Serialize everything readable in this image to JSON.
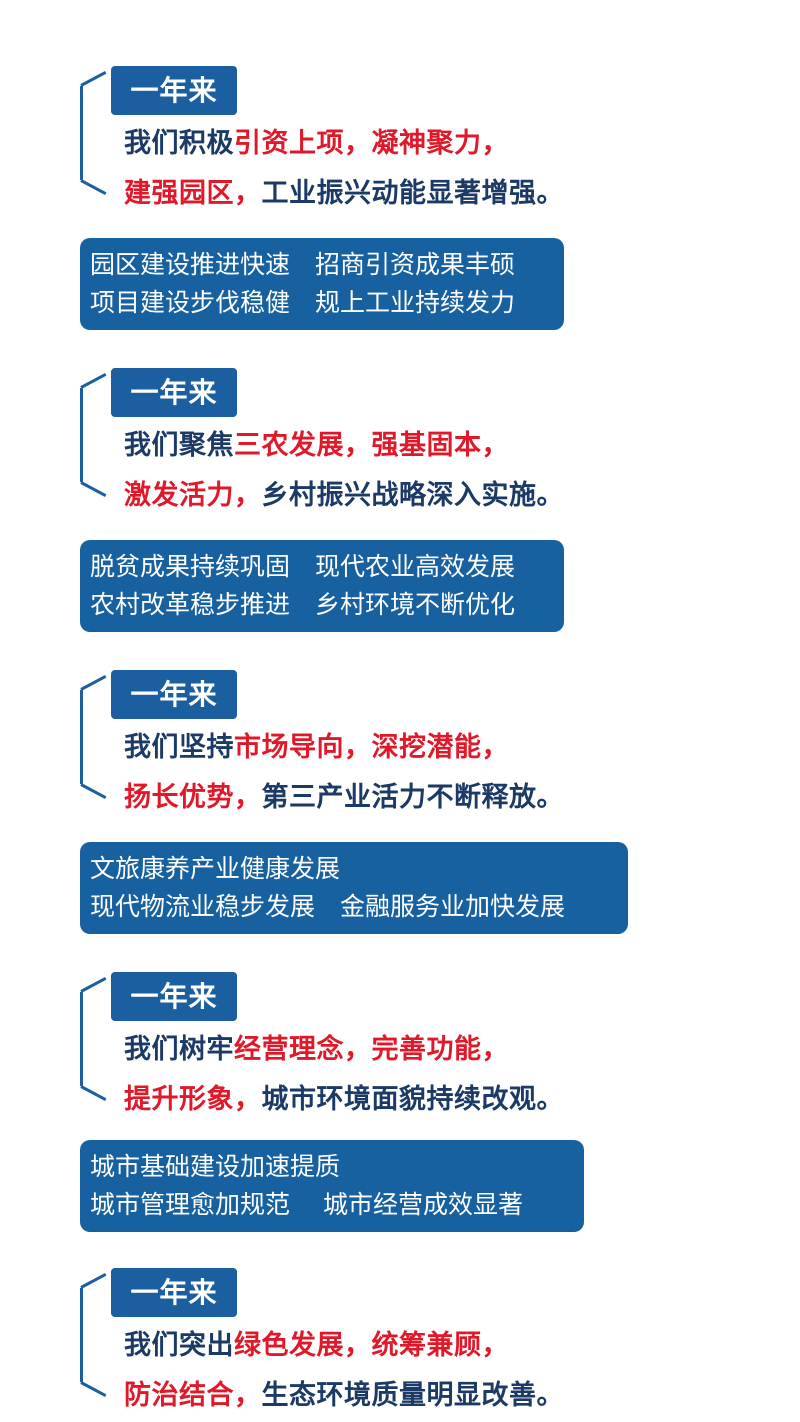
{
  "sections": [
    {
      "heading": "一年来",
      "line1": [
        {
          "t": "我们积极",
          "c": "blue"
        },
        {
          "t": "引资上项，",
          "c": "red"
        },
        {
          "t": "凝神聚力，",
          "c": "red"
        }
      ],
      "line2": [
        {
          "t": "建强园区，",
          "c": "red"
        },
        {
          "t": "工业振兴动能显著增强。",
          "c": "blue"
        }
      ],
      "box": [
        "园区建设推进快速　招商引资成果丰硕",
        "项目建设步伐稳健　规上工业持续发力"
      ]
    },
    {
      "heading": "一年来",
      "line1": [
        {
          "t": "我们聚焦",
          "c": "blue"
        },
        {
          "t": "三农发展，",
          "c": "red"
        },
        {
          "t": "强基固本，",
          "c": "red"
        }
      ],
      "line2": [
        {
          "t": "激发活力，",
          "c": "red"
        },
        {
          "t": "乡村振兴战略深入实施。",
          "c": "blue"
        }
      ],
      "box": [
        "脱贫成果持续巩固　现代农业高效发展",
        "农村改革稳步推进　乡村环境不断优化"
      ]
    },
    {
      "heading": "一年来",
      "line1": [
        {
          "t": "我们坚持",
          "c": "blue"
        },
        {
          "t": "市场导向，",
          "c": "red"
        },
        {
          "t": "深挖潜能，",
          "c": "red"
        }
      ],
      "line2": [
        {
          "t": "扬长优势，",
          "c": "red"
        },
        {
          "t": "第三产业活力不断释放。",
          "c": "blue"
        }
      ],
      "box": [
        "文旅康养产业健康发展",
        "现代物流业稳步发展　金融服务业加快发展"
      ]
    },
    {
      "heading": "一年来",
      "line1": [
        {
          "t": "我们树牢",
          "c": "blue"
        },
        {
          "t": "经营理念，",
          "c": "red"
        },
        {
          "t": "完善功能，",
          "c": "red"
        }
      ],
      "line2": [
        {
          "t": "提升形象，",
          "c": "red"
        },
        {
          "t": "城市环境面貌持续改观。",
          "c": "blue"
        }
      ],
      "box": [
        "城市基础建设加速提质",
        "城市管理愈加规范　 城市经营成效显著"
      ]
    },
    {
      "heading": "一年来",
      "line1": [
        {
          "t": "我们突出",
          "c": "blue"
        },
        {
          "t": "绿色发展，",
          "c": "red"
        },
        {
          "t": "统筹兼顾，",
          "c": "red"
        }
      ],
      "line2": [
        {
          "t": "防治结合，",
          "c": "red"
        },
        {
          "t": "生态环境质量明显改善。",
          "c": "blue"
        }
      ],
      "box": []
    }
  ]
}
